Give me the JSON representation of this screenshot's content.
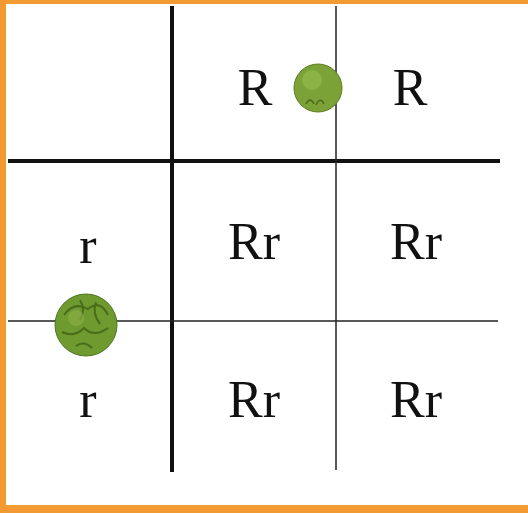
{
  "diagram": {
    "labels": [
      "R",
      "R",
      "r",
      "r",
      "Rr",
      "Rr",
      "Rr",
      "Rr"
    ]
  }
}
